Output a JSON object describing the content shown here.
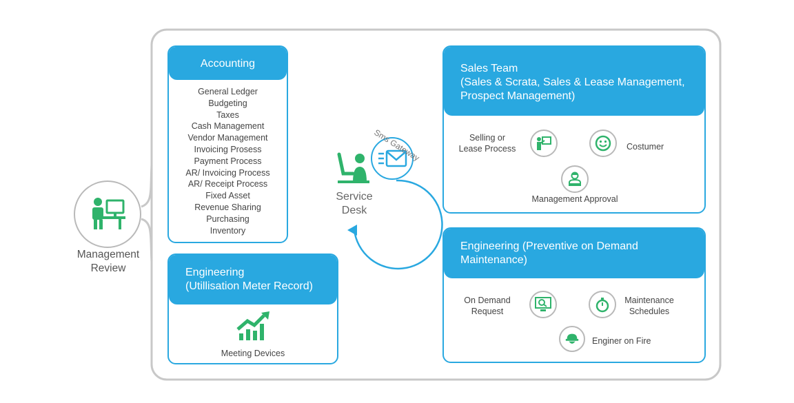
{
  "management": {
    "label_line1": "Management",
    "label_line2": "Review"
  },
  "service_desk": {
    "line1": "Service",
    "line2": "Desk",
    "gateway_label": "Sms Gateway"
  },
  "accounting": {
    "title": "Accounting",
    "items": [
      "General Ledger",
      "Budgeting",
      "Taxes",
      "Cash Management",
      "Vendor Management",
      "Invoicing Prosess",
      "Payment Process",
      "AR/ Invoicing Process",
      "AR/ Receipt Process",
      "Fixed Asset",
      "Revenue Sharing",
      "Purchasing",
      "Inventory"
    ]
  },
  "engineering_meter": {
    "title_line1": "Engineering",
    "title_line2": "(Utillisation Meter Record)",
    "caption": "Meeting Devices"
  },
  "sales": {
    "title_line1": "Sales Team",
    "title_line2": "(Sales & Scrata, Sales & Lease Management,",
    "title_line3": "Prospect Management)",
    "selling_line1": "Selling or",
    "selling_line2": "Lease Process",
    "costumer": "Costumer",
    "approval": "Management Approval"
  },
  "engineering_maint": {
    "title_line1": "Engineering (Preventive on Demand",
    "title_line2": "Maintenance)",
    "ondemand_line1": "On Demand",
    "ondemand_line2": "Request",
    "maint_line1": "Maintenance",
    "maint_line2": "Schedules",
    "fire": "Enginer on Fire"
  },
  "colors": {
    "accent": "#29a8e0",
    "icon_green": "#2fb36b",
    "outline": "#c8c8c8"
  }
}
